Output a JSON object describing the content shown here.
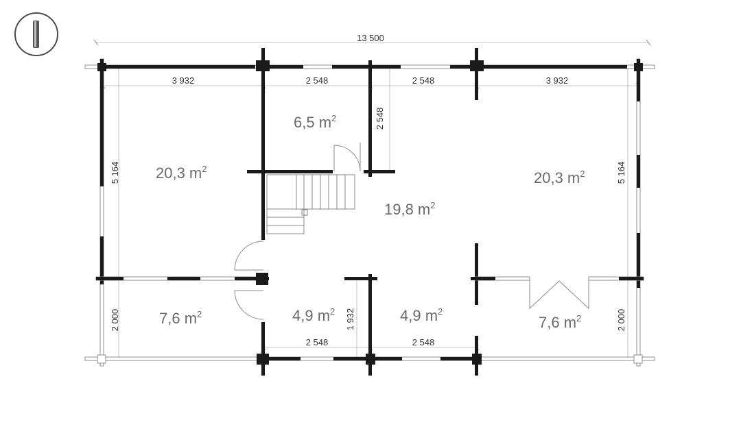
{
  "compass": {
    "icon": "north-arrow-icon"
  },
  "overall_dimension": "13 500",
  "top_dimensions": [
    "3 932",
    "2 548",
    "2 548",
    "3 932"
  ],
  "bottom_dimensions": [
    "2 548",
    "2 548"
  ],
  "side_dimensions": {
    "left_upper": "5 164",
    "left_lower": "2 000",
    "right_upper": "5 164",
    "right_lower": "2 000",
    "hall_upper": "2 548",
    "bath_divider": "1 932"
  },
  "rooms": [
    {
      "id": "bedroom-left",
      "area": "20,3 m",
      "unit_sup": "2"
    },
    {
      "id": "storage-top",
      "area": "6,5 m",
      "unit_sup": "2"
    },
    {
      "id": "living-center",
      "area": "19,8 m",
      "unit_sup": "2"
    },
    {
      "id": "bedroom-right",
      "area": "20,3 m",
      "unit_sup": "2"
    },
    {
      "id": "porch-left",
      "area": "7,6 m",
      "unit_sup": "2"
    },
    {
      "id": "bath-left",
      "area": "4,9 m",
      "unit_sup": "2"
    },
    {
      "id": "bath-right",
      "area": "4,9 m",
      "unit_sup": "2"
    },
    {
      "id": "porch-right",
      "area": "7,6 m",
      "unit_sup": "2"
    }
  ],
  "colors": {
    "wall": "#1a1a1a",
    "area_text": "#6a6a6a",
    "dim_text": "#333333"
  }
}
